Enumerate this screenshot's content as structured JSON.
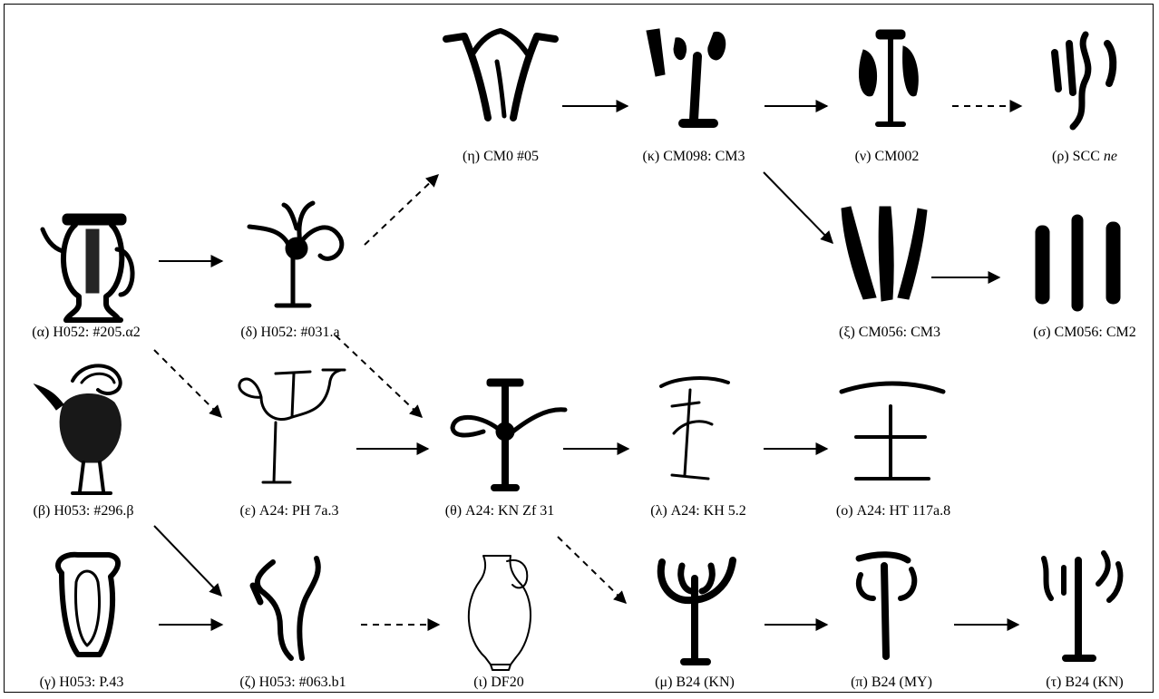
{
  "nodes": {
    "alpha": {
      "label": "(α) H052: #205.α2"
    },
    "beta": {
      "label": "(β) H053: #296.β"
    },
    "gamma": {
      "label": "(γ) H053: P.43"
    },
    "delta": {
      "label": "(δ) H052: #031.a"
    },
    "epsilon": {
      "label": "(ε) A24: PH 7a.3"
    },
    "zeta": {
      "label": "(ζ) H053: #063.b1"
    },
    "eta": {
      "label": "(η) CM0 #05"
    },
    "theta": {
      "label": "(θ) A24: KN Zf 31"
    },
    "iota": {
      "label": "(ι) DF20"
    },
    "kappa": {
      "label": "(κ) CM098: CM3"
    },
    "lambda": {
      "label": "(λ) A24: KH 5.2"
    },
    "mu": {
      "label": "(μ) B24 (KN)"
    },
    "nu": {
      "label": "(ν) CM002"
    },
    "xi": {
      "label": "(ξ) CM056: CM3"
    },
    "omicron": {
      "label": "(ο) A24: HT 117a.8"
    },
    "pi": {
      "label": "(π) B24 (MY)"
    },
    "rho": {
      "label_prefix": "(ρ) SCC ",
      "label_italic": "ne"
    },
    "sigma": {
      "label": "(σ) CM056: CM2"
    },
    "tau": {
      "label": "(τ) B24 (KN)"
    }
  },
  "edges": [
    {
      "from": "alpha",
      "to": "delta",
      "style": "solid"
    },
    {
      "from": "delta",
      "to": "eta",
      "style": "dashed"
    },
    {
      "from": "eta",
      "to": "kappa",
      "style": "solid"
    },
    {
      "from": "kappa",
      "to": "nu",
      "style": "solid"
    },
    {
      "from": "nu",
      "to": "rho",
      "style": "dashed"
    },
    {
      "from": "kappa",
      "to": "xi",
      "style": "solid"
    },
    {
      "from": "xi",
      "to": "sigma",
      "style": "solid"
    },
    {
      "from": "alpha",
      "to": "epsilon",
      "style": "dashed"
    },
    {
      "from": "delta",
      "to": "theta",
      "style": "dashed"
    },
    {
      "from": "epsilon",
      "to": "theta",
      "style": "solid"
    },
    {
      "from": "theta",
      "to": "lambda",
      "style": "solid"
    },
    {
      "from": "lambda",
      "to": "omicron",
      "style": "solid"
    },
    {
      "from": "beta",
      "to": "zeta",
      "style": "solid"
    },
    {
      "from": "theta",
      "to": "mu",
      "style": "dashed"
    },
    {
      "from": "gamma",
      "to": "zeta",
      "style": "solid"
    },
    {
      "from": "zeta",
      "to": "iota",
      "style": "dashed"
    },
    {
      "from": "mu",
      "to": "pi",
      "style": "solid"
    },
    {
      "from": "pi",
      "to": "tau",
      "style": "solid"
    }
  ],
  "colors": {
    "ink": "#000000",
    "background": "#ffffff"
  }
}
